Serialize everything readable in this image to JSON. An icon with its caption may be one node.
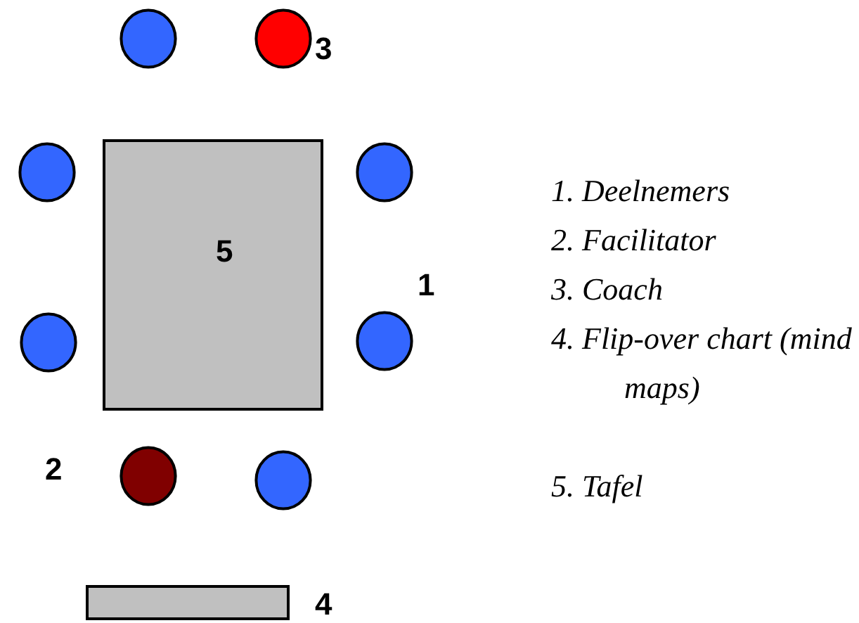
{
  "diagram": {
    "nodes": [
      {
        "text": [],
        "shape": "circle"
      },
      {
        "text": [],
        "shape": "circle",
        "beside": [
          "3"
        ]
      },
      {
        "text": [],
        "shape": "circle"
      },
      {
        "text": [
          "5"
        ]
      },
      {
        "text": [],
        "shape": "circle"
      },
      {
        "text": [],
        "shape": "circle"
      },
      {
        "text": [],
        "shape": "circle"
      },
      {
        "text": [],
        "shape": "circle",
        "beside": [
          "2"
        ]
      },
      {
        "text": [],
        "shape": "circle"
      },
      {
        "text": [],
        "shape": "bar",
        "beside": [
          "4"
        ]
      }
    ],
    "edges": [],
    "labels": [
      "1. Deelnemers",
      "2. Facilitator",
      "1",
      "3. Coach",
      "4. Flip-over chart (mind maps)",
      "5. Tafel"
    ]
  }
}
